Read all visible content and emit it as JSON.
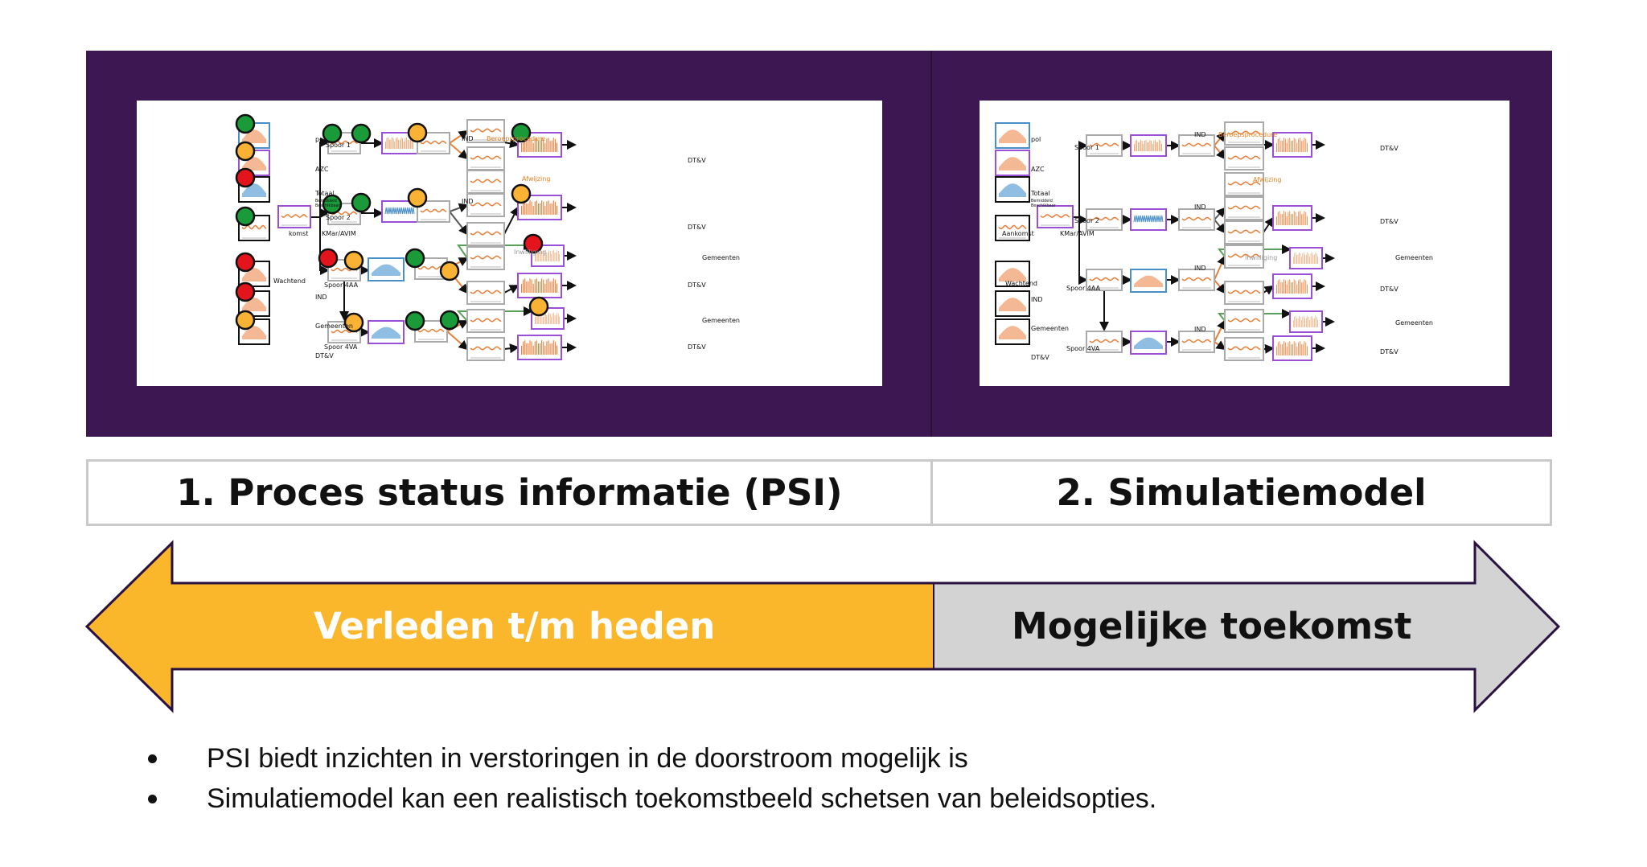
{
  "colors": {
    "panel_bg": "#3d1751",
    "past_fill": "#fbb72c",
    "future_fill": "#d3d3d3",
    "light_green": "#1b9a3a",
    "light_orange": "#f9b233",
    "light_red": "#e3141c"
  },
  "left_panel": {
    "labels": {
      "pol": "pol",
      "azc": "AZC",
      "totaal": "Totaal",
      "bemiddeld": "Bemiddeld",
      "beschikbaar": "Beschikbaar",
      "aankomst": "komst",
      "kmar": "KMar/AVIM",
      "wachtend": "Wachtend",
      "ind": "IND",
      "gemeenten": "Gemeenten",
      "dtv": "DT&V",
      "spoor1": "Spoor 1",
      "spoor2": "Spoor 2",
      "spoor4aa": "Spoor 4AA",
      "spoor4va": "Spoor 4VA",
      "ind_a": "IND",
      "ind_b": "IND",
      "beroepsprocedure": "Beroepsprocedure",
      "afwijzing": "Afwijzing",
      "inwilliging": "Inwilliging",
      "out_dtv_1": "DT&V",
      "out_dtv_2": "DT&V",
      "out_gemeenten_1": "Gemeenten",
      "out_dtv_3": "DT&V",
      "out_gemeenten_2": "Gemeenten",
      "out_dtv_4": "DT&V"
    },
    "traffic_lights": [
      "green",
      "orange",
      "red",
      "green",
      "red",
      "red",
      "orange",
      "green",
      "green",
      "green",
      "green",
      "orange",
      "orange",
      "red",
      "orange",
      "orange",
      "green",
      "green",
      "orange",
      "green",
      "green",
      "orange",
      "red",
      "orange"
    ]
  },
  "right_panel": {
    "labels": {
      "pol": "pol",
      "azc": "AZC",
      "totaal": "Totaal",
      "bemiddeld": "Bemiddeld",
      "beschikbaar": "Beschikbaar",
      "aankomst": "Aankomst",
      "kmar": "KMar/AVIM",
      "wachtend": "Wachtend",
      "ind": "IND",
      "gemeenten": "Gemeenten",
      "dtv": "DT&V",
      "spoor1": "Spoor 1",
      "spoor2": "Spoor 2",
      "spoor4aa": "Spoor 4AA",
      "spoor4va": "Spoor 4VA",
      "ind_a": "IND",
      "ind_b": "IND",
      "ind_c": "IND",
      "ind_d": "IND",
      "beroepsprocedure": "Beroepsprocedure",
      "afwijzing": "Afwijzing",
      "inwilliging": "Inwilliging",
      "out_dtv_1": "DT&V",
      "out_dtv_2": "DT&V",
      "out_gemeenten_1": "Gemeenten",
      "out_dtv_3": "DT&V",
      "out_gemeenten_2": "Gemeenten",
      "out_dtv_4": "DT&V"
    }
  },
  "label_left": "1. Proces status informatie (PSI)",
  "label_right": "2. Simulatiemodel",
  "arrow_left": "Verleden t/m heden",
  "arrow_right": "Mogelijke toekomst",
  "bullets": [
    "PSI biedt inzichten in verstoringen in de doorstroom mogelijk is",
    "Simulatiemodel kan een realistisch toekomstbeeld schetsen van beleidsopties."
  ]
}
